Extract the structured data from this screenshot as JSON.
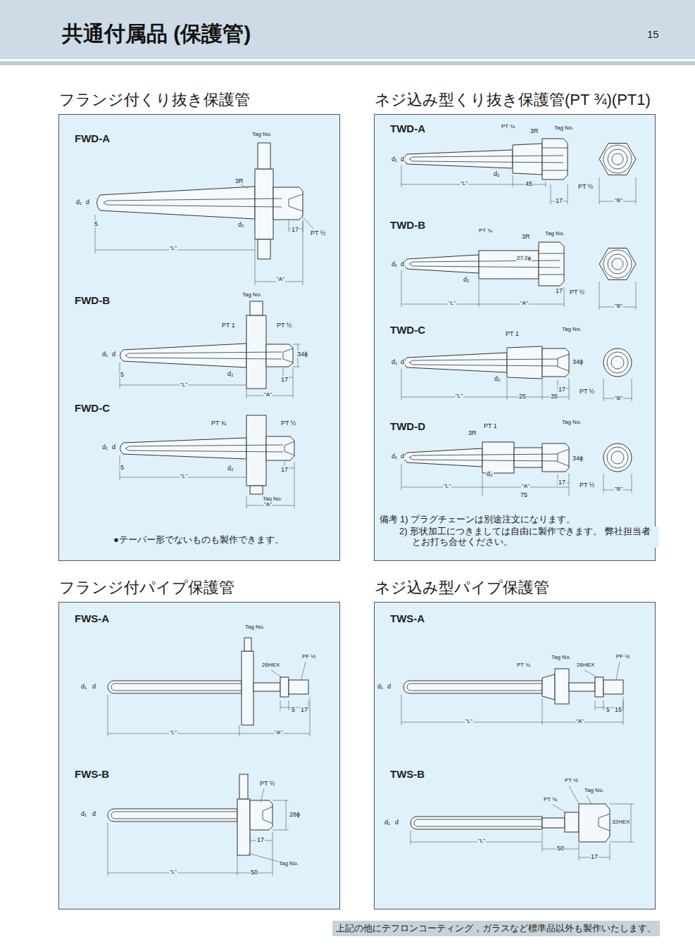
{
  "diagram": {
    "title": "共通付属品 (保護管)",
    "nodes": [
      {
        "text": [
          "フランジ付くり抜き保護管"
        ]
      },
      {
        "text": [
          "ネジ込み型くり抜き保護管(PT ¾)(PT1)"
        ]
      },
      {
        "text": [
          "フランジ付パイプ保護管"
        ]
      },
      {
        "text": [
          "ネジ込み型パイプ保護管"
        ]
      },
      {
        "text": [
          "上記の他にテフロンコーティング，ガラスなど標準品以外も製作いたします。"
        ]
      }
    ],
    "labels": [
      "15",
      "FWD-A",
      "Tag No.",
      "3R",
      "d₁",
      "d",
      "d₂",
      "5",
      "17",
      "PT ½",
      "\"L\"",
      "\"A\"",
      "FWD-B",
      "Tag No.",
      "PT 1",
      "PT ½",
      "d₁",
      "d",
      "d₂",
      "34ϕ",
      "5",
      "17",
      "\"L\"",
      "\"A\"",
      "FWD-C",
      "PT ¾",
      "PT ½",
      "d₁",
      "d",
      "d₂",
      "5",
      "17",
      "\"L\"",
      "Tag No.",
      "\"A\"",
      "●テーパー形でないものも製作できます。",
      "TWD-A",
      "PT ¾",
      "3R",
      "Tag No.",
      "d₁",
      "d",
      "d₂",
      "\"L\"",
      "45",
      "PT ½",
      "17",
      "\"B\"",
      "TWD-B",
      "PT ¾",
      "3R",
      "Tag No.",
      "27.2ϕ",
      "d₁",
      "d",
      "d₂",
      "17",
      "PT ½",
      "\"L\"",
      "\"A\"",
      "\"B\"",
      "TWD-C",
      "PT 1",
      "Tag No.",
      "d₁",
      "d",
      "34ϕ",
      "d₂",
      "17",
      "PT ½",
      "\"L\"",
      "25",
      "35",
      "\"B\"",
      "TWD-D",
      "3R",
      "PT 1",
      "Tag No.",
      "d₁",
      "d",
      "d₂",
      "34ϕ",
      "17",
      "PT ½",
      "\"L\"",
      "\"A\"",
      "75",
      "\"B\"",
      "備考",
      "1) プラグチェーンは別途注文になります。",
      "2) 形状加工につきましては自由に製作できます。 弊社担当者とお打ち合せください。",
      "FWS-A",
      "Tag No.",
      "PF ½",
      "26HEX",
      "d₁",
      "d",
      "5",
      "17",
      "\"L\"",
      "\"A\"",
      "FWS-B",
      "PT ½",
      "28ϕ",
      "d₁",
      "d",
      "17",
      "Tag No.",
      "\"L\"",
      "50",
      "TWS-A",
      "Tag No.",
      "PT ¾",
      "26HEX",
      "PF ½",
      "d₁",
      "d",
      "5",
      "15",
      "\"L\"",
      "\"A\"",
      "TWS-B",
      "PT ½",
      "Tag No.",
      "PT ¾",
      "32HEX",
      "d₁",
      "d",
      "\"L\"",
      "50",
      "17"
    ]
  }
}
